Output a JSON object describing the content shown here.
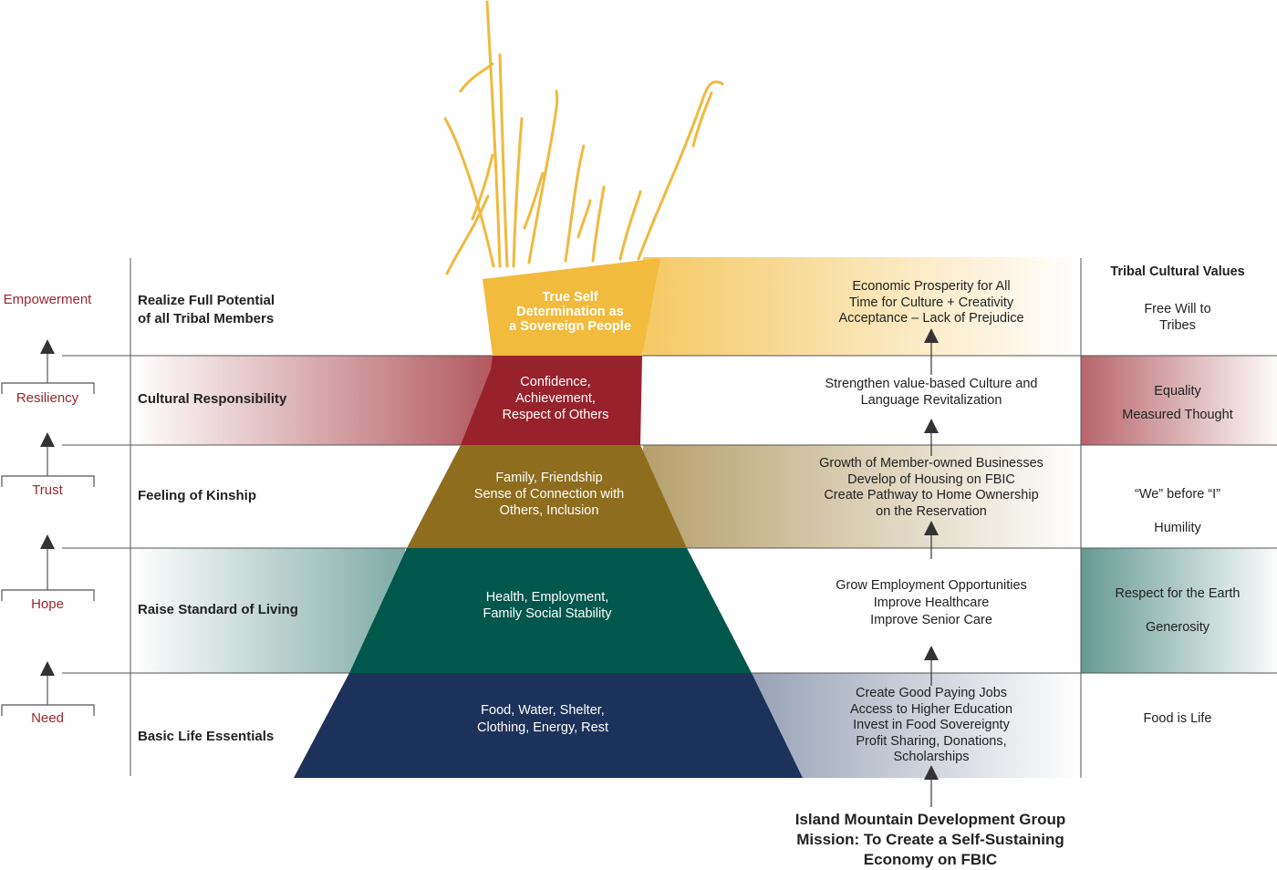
{
  "colors": {
    "accent_red": "#9b2630",
    "tier_gold": "#f2bb3e",
    "tier_red": "#98222b",
    "tier_olive": "#8f6d1e",
    "tier_green": "#00574b",
    "tier_navy": "#1c325b",
    "grass": "#f0b93e"
  },
  "levels": [
    "Empowerment",
    "Resiliency",
    "Trust",
    "Hope",
    "Need"
  ],
  "outcomes": [
    "Realize Full Potential of all Tribal Members",
    "Cultural Responsibility",
    "Feeling of Kinship",
    "Raise Standard of Living",
    "Basic Life Essentials"
  ],
  "tiers": [
    {
      "lines": [
        "True Self",
        "Determination as",
        "a Sovereign People"
      ]
    },
    {
      "lines": [
        "Confidence,",
        "Achievement,",
        "Respect of Others"
      ]
    },
    {
      "lines": [
        "Family, Friendship",
        "Sense of Connection with",
        "Others, Inclusion"
      ]
    },
    {
      "lines": [
        "Health, Employment,",
        "Family Social Stability"
      ]
    },
    {
      "lines": [
        "Food, Water, Shelter,",
        "Clothing, Energy, Rest"
      ]
    }
  ],
  "strategies": [
    {
      "lines": [
        "Economic Prosperity for All",
        "Time for Culture + Creativity",
        "Acceptance – Lack of Prejudice"
      ]
    },
    {
      "lines": [
        "Strengthen value-based Culture and",
        "Language Revitalization"
      ]
    },
    {
      "lines": [
        "Growth of Member-owned Businesses",
        "Develop of Housing on FBIC",
        "Create Pathway to Home Ownership",
        "on the Reservation"
      ]
    },
    {
      "lines": [
        "Grow Employment Opportunities",
        "Improve Healthcare",
        "Improve Senior Care"
      ]
    },
    {
      "lines": [
        "Create Good Paying Jobs",
        "Access to Higher Education",
        "Invest in Food Sovereignty",
        "Profit Sharing, Donations,",
        "Scholarships"
      ]
    }
  ],
  "values_header": "Tribal Cultural Values",
  "values": [
    {
      "lines": [
        "Free Will to",
        "Tribes"
      ]
    },
    {
      "lines": [
        "Equality",
        "Measured Thought"
      ]
    },
    {
      "lines": [
        "“We” before “I”",
        "Humility"
      ]
    },
    {
      "lines": [
        "Respect for the Earth",
        "Generosity"
      ]
    },
    {
      "lines": [
        "Food is Life"
      ]
    }
  ],
  "mission": {
    "lines": [
      "Island Mountain Development Group",
      "Mission:  To Create a Self-Sustaining",
      "Economy on FBIC"
    ]
  }
}
